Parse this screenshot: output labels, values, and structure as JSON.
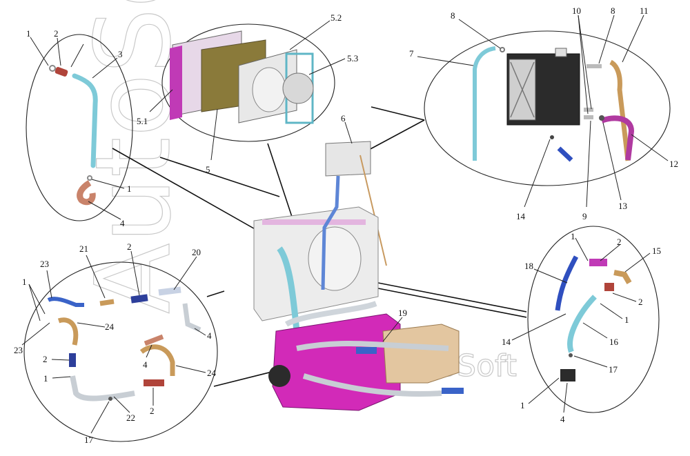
{
  "watermark": {
    "main": "AutoSoft",
    "small": "AutoSoft"
  },
  "colors": {
    "hose_cyan": "#7ecad8",
    "hose_blue": "#2f4fbf",
    "clamp_red": "#b0443a",
    "engine_magenta": "#d22ab8",
    "radiator_frame_magenta": "#c03ab6",
    "copper": "#c99a5a",
    "tank_dark": "#2b2b2b",
    "intake_tan": "#e3c6a0"
  },
  "groups": [
    {
      "id": "top-left",
      "labels": [
        "1",
        "2",
        "3",
        "1",
        "4"
      ]
    },
    {
      "id": "radiator",
      "labels": [
        "5.1",
        "5",
        "5.2",
        "5.3"
      ]
    },
    {
      "id": "expansion-tank",
      "labels": [
        "8",
        "7",
        "10",
        "8",
        "11",
        "14",
        "9",
        "13",
        "12"
      ]
    },
    {
      "id": "main-assembly",
      "labels": [
        "6",
        "19"
      ]
    },
    {
      "id": "bottom-left",
      "labels": [
        "23",
        "21",
        "2",
        "20",
        "1",
        "23",
        "24",
        "4",
        "2",
        "4",
        "1",
        "24",
        "22",
        "2",
        "17"
      ]
    },
    {
      "id": "bottom-right",
      "labels": [
        "1",
        "2",
        "15",
        "18",
        "2",
        "1",
        "14",
        "16",
        "17",
        "1",
        "4"
      ]
    }
  ]
}
